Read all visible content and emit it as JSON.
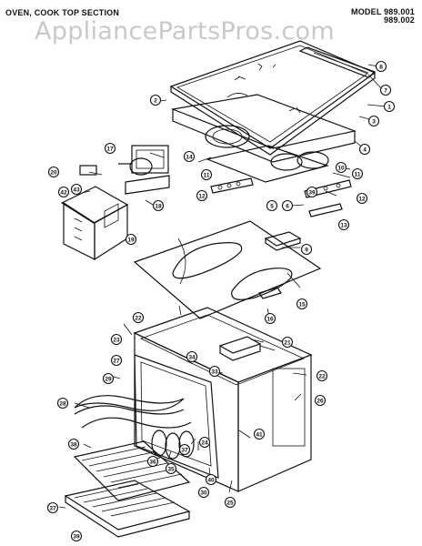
{
  "header": {
    "section_title": "OVEN, COOK TOP SECTION",
    "model_line_1": "MODEL 989.001",
    "model_line_2": "989.002"
  },
  "watermark": "AppliancePartsPros.com",
  "callouts": [
    "1",
    "2",
    "3",
    "4",
    "5",
    "6",
    "7",
    "8",
    "9",
    "10",
    "11",
    "11",
    "12",
    "12",
    "13",
    "14",
    "15",
    "16",
    "17",
    "18",
    "19",
    "20",
    "21",
    "22",
    "22",
    "23",
    "24",
    "25",
    "26",
    "27",
    "28",
    "29",
    "30",
    "33",
    "34",
    "35",
    "36",
    "37",
    "38",
    "39",
    "40",
    "41",
    "42",
    "43"
  ]
}
